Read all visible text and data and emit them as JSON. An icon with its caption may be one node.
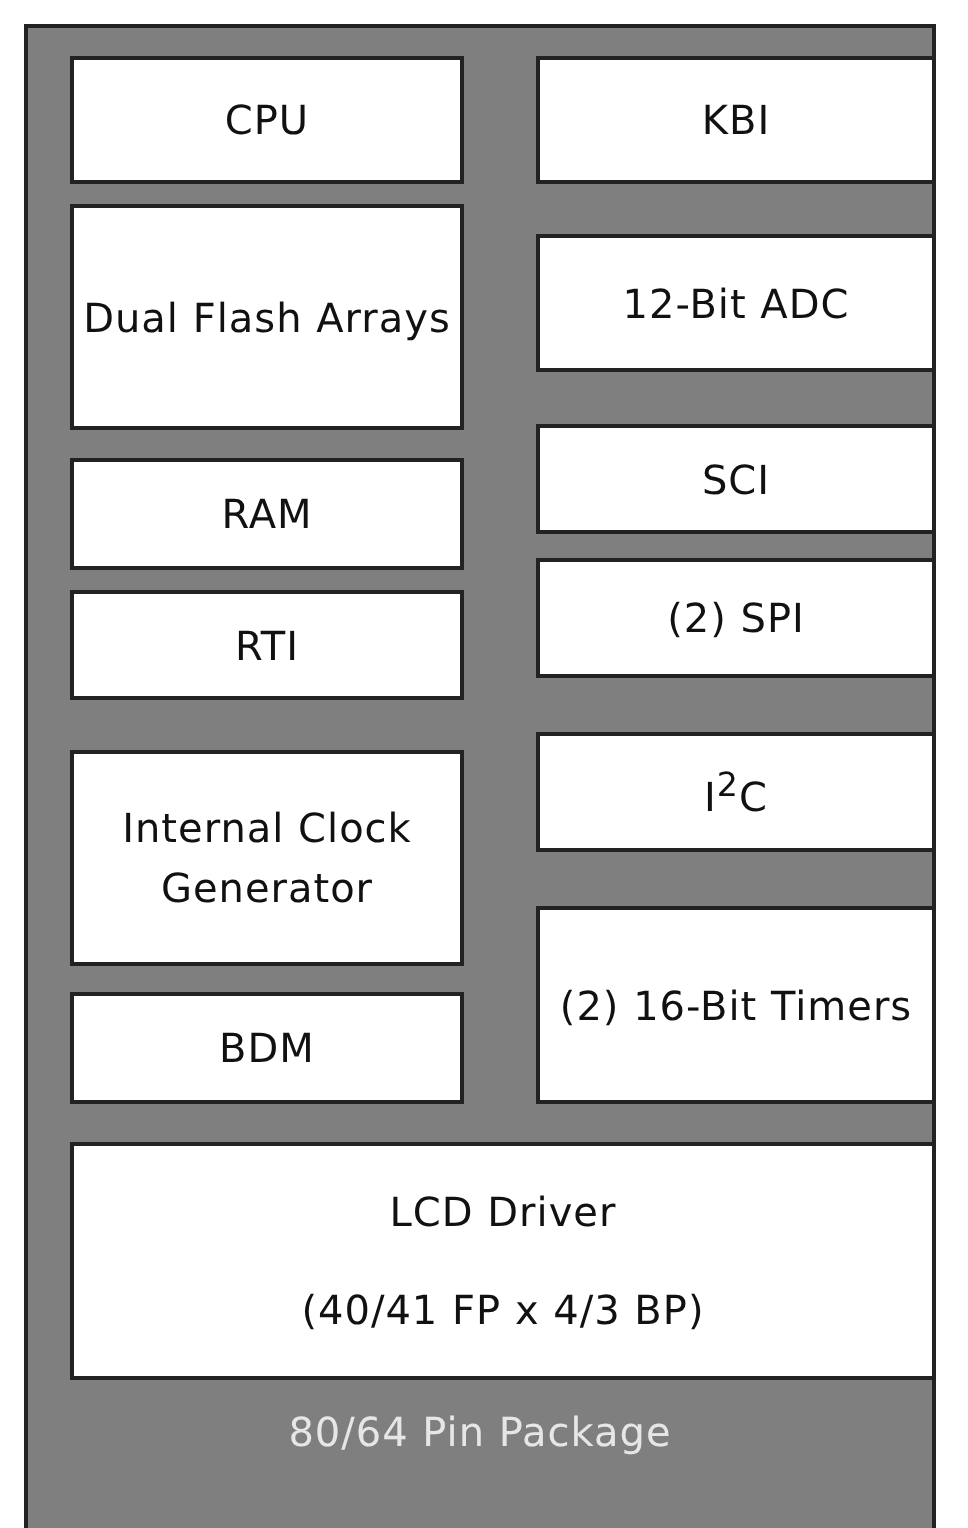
{
  "diagram": {
    "nodes": [
      {
        "text": [
          "80/64 Pin Package"
        ]
      },
      {
        "text": [
          "CPU"
        ],
        "in": 0
      },
      {
        "text": [
          "Dual Flash Arrays"
        ],
        "in": 0
      },
      {
        "text": [
          "RAM"
        ],
        "in": 0
      },
      {
        "text": [
          "RTI"
        ],
        "in": 0
      },
      {
        "text": [
          "Internal Clock Generator"
        ],
        "in": 0
      },
      {
        "text": [
          "BDM"
        ],
        "in": 0
      },
      {
        "text": [
          "KBI"
        ],
        "in": 0
      },
      {
        "text": [
          "12-Bit ADC"
        ],
        "in": 0
      },
      {
        "text": [
          "SCI"
        ],
        "in": 0
      },
      {
        "text": [
          "(2) SPI"
        ],
        "in": 0
      },
      {
        "text": [
          "I$^{2}$C"
        ],
        "in": 0
      },
      {
        "text": [
          "(2) 16-Bit Timers"
        ],
        "in": 0
      },
      {
        "text": [
          "LCD Driver",
          "(40/41 FP x 4/3 BP)"
        ],
        "in": 0
      }
    ],
    "edges": []
  }
}
